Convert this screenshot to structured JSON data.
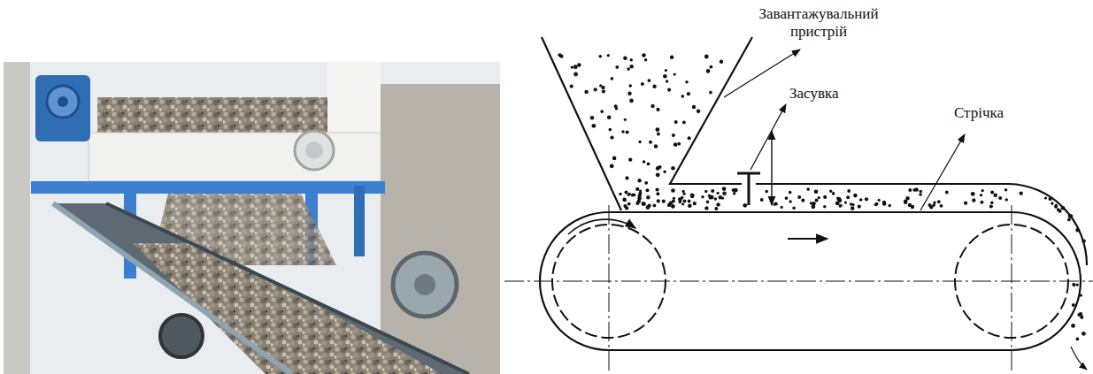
{
  "diagram": {
    "labels": [
      "Завантажувальний пристрій",
      "Засувка",
      "Стрічка"
    ]
  }
}
